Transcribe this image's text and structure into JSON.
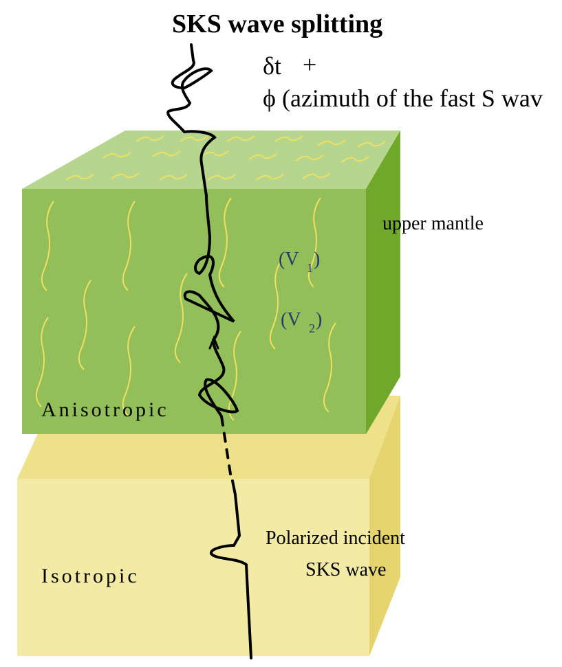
{
  "title": "SKS wave splitting",
  "params": {
    "delta_t": "δt",
    "plus": "+",
    "phi_line": "ϕ (azimuth of the fast S wav"
  },
  "layers": {
    "upper_label": "upper mantle",
    "anisotropic_label": "Anisotropic",
    "isotropic_label": "Isotropic"
  },
  "velocities": {
    "v1_open": "(V",
    "v1_sub": "1",
    "v1_close": ")",
    "v2_open": "(V",
    "v2_sub": "2",
    "v2_close": ")"
  },
  "incident": {
    "line1": "Polarized incident",
    "line2": "SKS wave"
  },
  "colors": {
    "green_front": "#92bf5a",
    "green_top": "#b6d690",
    "green_side": "#6fa82a",
    "yellow_front": "#f3eaa6",
    "yellow_top": "#efe08a",
    "yellow_side": "#e6d56e",
    "crystal": "#f0e060",
    "ray": "#000000"
  }
}
